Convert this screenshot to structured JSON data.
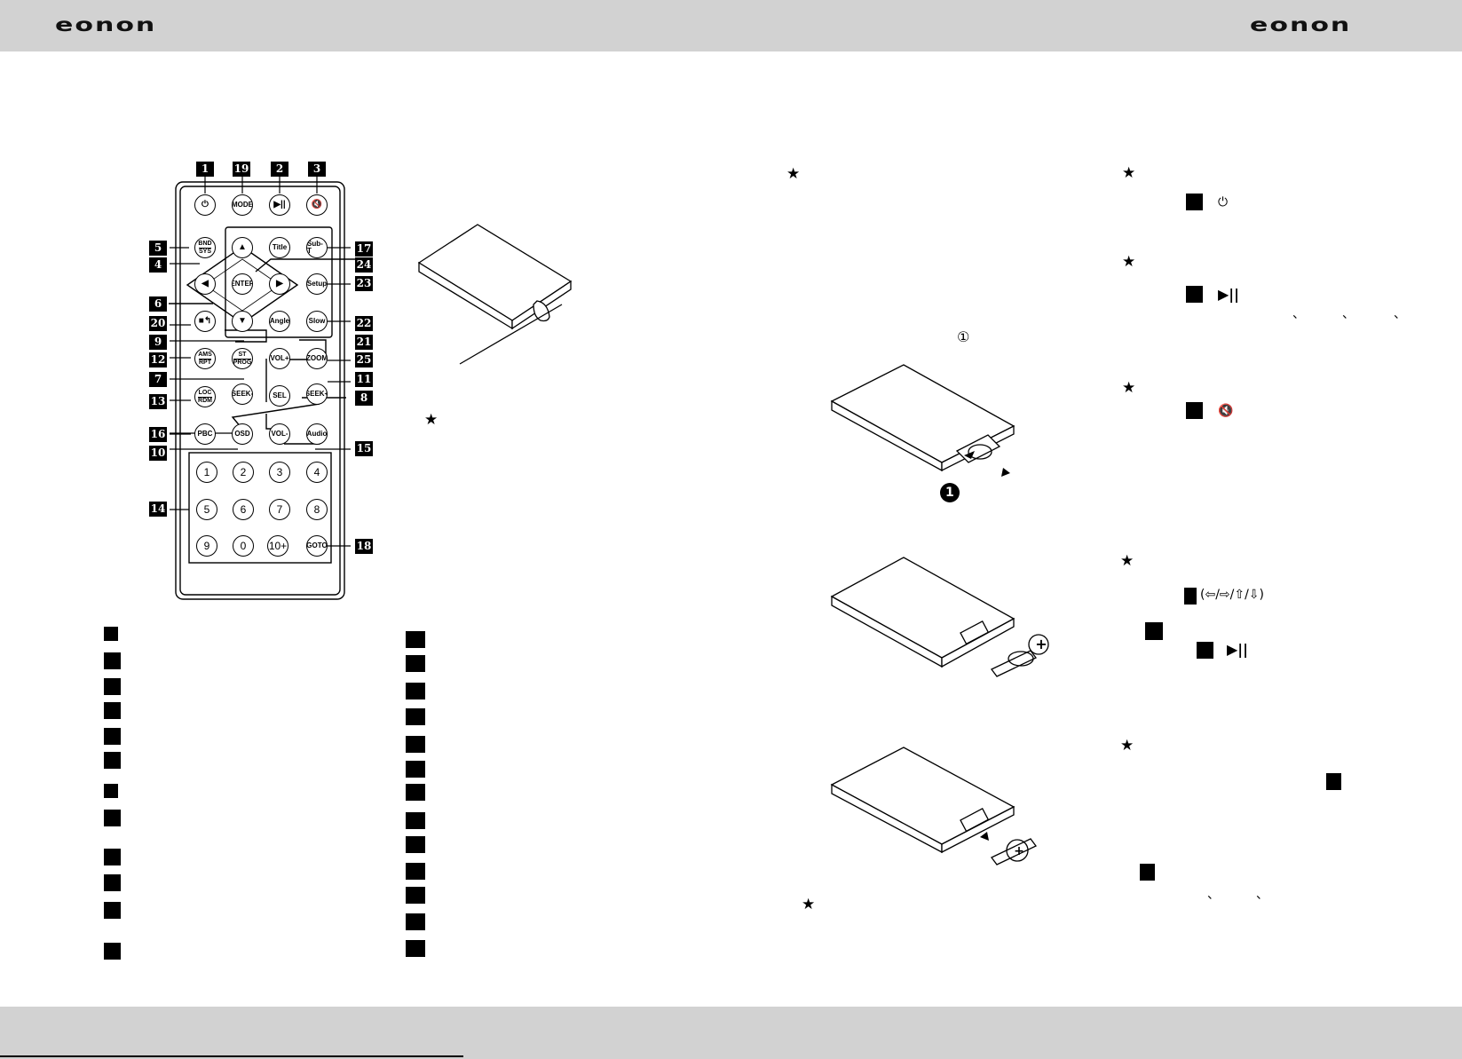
{
  "header": {
    "logo_left": "eonon",
    "logo_right": "eonon"
  },
  "remote": {
    "callouts": [
      "1",
      "19",
      "2",
      "3",
      "17",
      "5",
      "4",
      "24",
      "23",
      "6",
      "20",
      "22",
      "9",
      "21",
      "12",
      "25",
      "7",
      "11",
      "13",
      "8",
      "16",
      "15",
      "10",
      "14",
      "18"
    ],
    "buttons": {
      "power_icon": "power-icon",
      "mode": "MODE",
      "play_pause_icon": "play-pause-icon",
      "mute_icon": "mute-icon",
      "bnd": "BND",
      "sys": "SYS",
      "title": "Title",
      "subt": "Sub-T",
      "enter": "ENTER",
      "setup": "Setup",
      "stop_icon": "stop-return-icon",
      "angle": "Angle",
      "slow": "Slow",
      "ams": "AMS",
      "rpt": "RPT",
      "st": "ST",
      "prog": "PROG",
      "vol_plus": "VOL+",
      "zoom": "ZOOM",
      "loc": "LOC",
      "rdm": "RDM",
      "seek_minus": "SEEK-",
      "sel": "SEL",
      "seek_plus": "SEEK+",
      "pbc": "PBC",
      "osd": "OSD",
      "vol_minus": "VOL-",
      "audio": "Audio",
      "goto": "GOTO",
      "numbers": [
        "1",
        "2",
        "3",
        "4",
        "5",
        "6",
        "7",
        "8",
        "9",
        "0",
        "10+"
      ]
    }
  },
  "middle": {
    "circled_one": "①",
    "callout_badge": "1",
    "star": "★"
  },
  "right": {
    "star": "★",
    "direction_keys": "(⇦/⇨/⇧/⇩)",
    "tick": "、"
  },
  "colors": {
    "band": "#d2d2d2",
    "ink": "#000000"
  }
}
